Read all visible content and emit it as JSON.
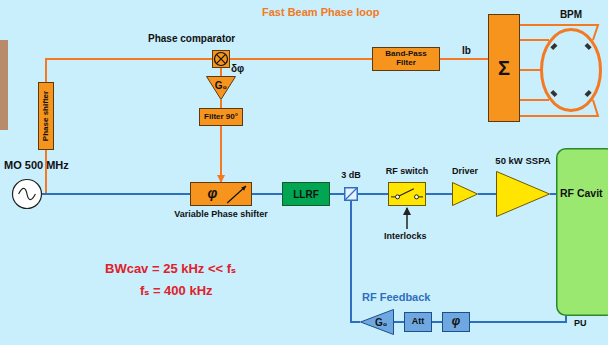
{
  "diagram": {
    "nodes": [
      {
        "text": [
          "Phase comparator"
        ]
      },
      {
        "text": [
          "G₀"
        ]
      },
      {
        "text": [
          "Filter 90°"
        ]
      },
      {
        "text": [
          "Phase shifter"
        ]
      },
      {
        "text": [
          "Band-Pass Filter"
        ]
      },
      {
        "text": [
          "Σ"
        ]
      },
      {
        "text": [
          "BPM"
        ]
      },
      {
        "text": [
          "MO 500 MHz"
        ]
      },
      {
        "text": [
          "φ",
          "Variable Phase shifter"
        ]
      },
      {
        "text": [
          "LLRF"
        ]
      },
      {
        "text": [
          "3 dB"
        ]
      },
      {
        "text": [
          "RF switch"
        ]
      },
      {
        "text": [
          "Driver"
        ]
      },
      {
        "text": [
          "50 kW SSPA"
        ]
      },
      {
        "text": [
          "RF Cavit"
        ]
      },
      {
        "text": [
          "G₀"
        ]
      },
      {
        "text": [
          "Att"
        ]
      },
      {
        "text": [
          "φ"
        ]
      }
    ],
    "edges": [
      {
        "from": 7,
        "to": 3,
        "arrow": "none"
      },
      {
        "from": 3,
        "to": 0,
        "arrow": "none"
      },
      {
        "from": 4,
        "to": 0,
        "arrow": "none"
      },
      {
        "from": 5,
        "to": 4,
        "arrow": "none"
      },
      {
        "from": 6,
        "to": 5,
        "arrow": "none"
      },
      {
        "from": 0,
        "to": 1,
        "arrow": "none"
      },
      {
        "from": 1,
        "to": 2,
        "arrow": "none"
      },
      {
        "from": 2,
        "to": 8,
        "arrow": "to"
      },
      {
        "from": 7,
        "to": 8,
        "arrow": "none"
      },
      {
        "from": 8,
        "to": 9,
        "arrow": "none"
      },
      {
        "from": 9,
        "to": 10,
        "arrow": "none"
      },
      {
        "from": 10,
        "to": 11,
        "arrow": "none"
      },
      {
        "from": 11,
        "to": 12,
        "arrow": "none"
      },
      {
        "from": 12,
        "to": 13,
        "arrow": "none"
      },
      {
        "from": 13,
        "to": 14,
        "arrow": "none"
      },
      {
        "from": 14,
        "to": 17,
        "arrow": "none"
      },
      {
        "from": 17,
        "to": 16,
        "arrow": "none"
      },
      {
        "from": 16,
        "to": 15,
        "arrow": "none"
      },
      {
        "from": 15,
        "to": 10,
        "arrow": "none"
      }
    ],
    "labels": [
      "Fast Beam Phase loop",
      "δφ",
      "Ib",
      "Interlocks",
      "RF Feedback",
      "PU",
      "BWcav = 25 kHz << fₛ",
      "fₛ = 400 kHz"
    ]
  }
}
